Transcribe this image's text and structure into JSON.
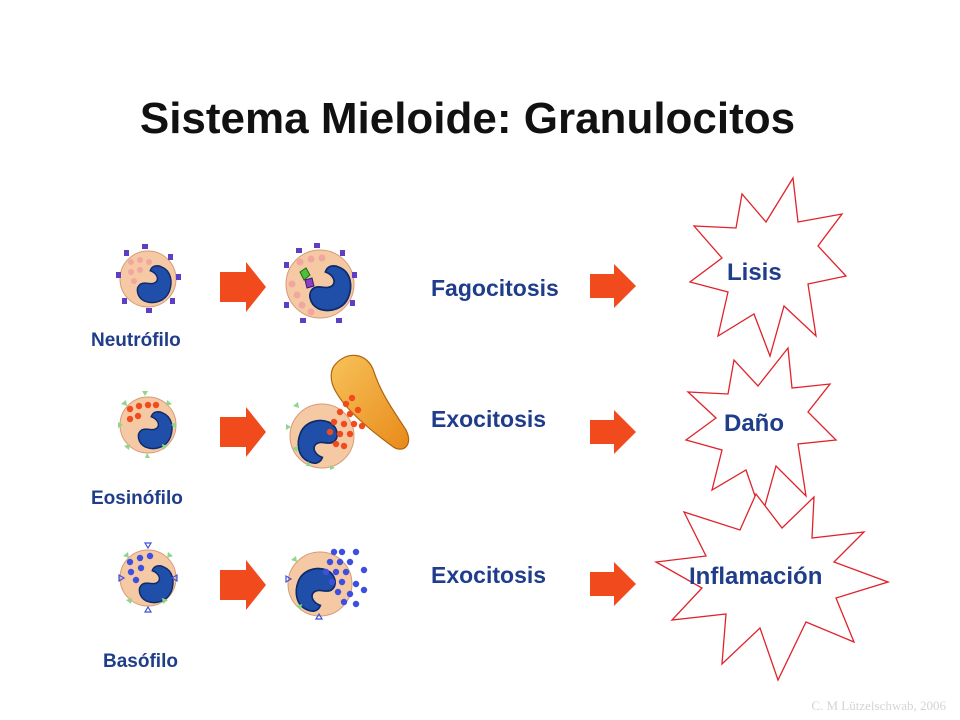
{
  "title": "Sistema Mieloide: Granulocitos",
  "rows": [
    {
      "cell": "Neutrófilo",
      "process": "Fagocitosis",
      "outcome": "Lisis"
    },
    {
      "cell": "Eosinófilo",
      "process": "Exocitosis",
      "outcome": "Daño"
    },
    {
      "cell": "Basófilo",
      "process": "Exocitosis",
      "outcome": "Inflamación"
    }
  ],
  "credit": "C. M Lützelschwab, 2006",
  "colors": {
    "cell_body": "#f5c9a4",
    "nucleus": "#1f4fa8",
    "arrow": "#f04a1d",
    "neutrophil_granule": "#f2a6a0",
    "eosinophil_granule": "#f04a1d",
    "basophil_granule": "#3d4fe0",
    "receptor_violet": "#5c3fc4",
    "receptor_green": "#8ed68c",
    "parasite": "#f0a030",
    "text": "#1f3d8a"
  }
}
